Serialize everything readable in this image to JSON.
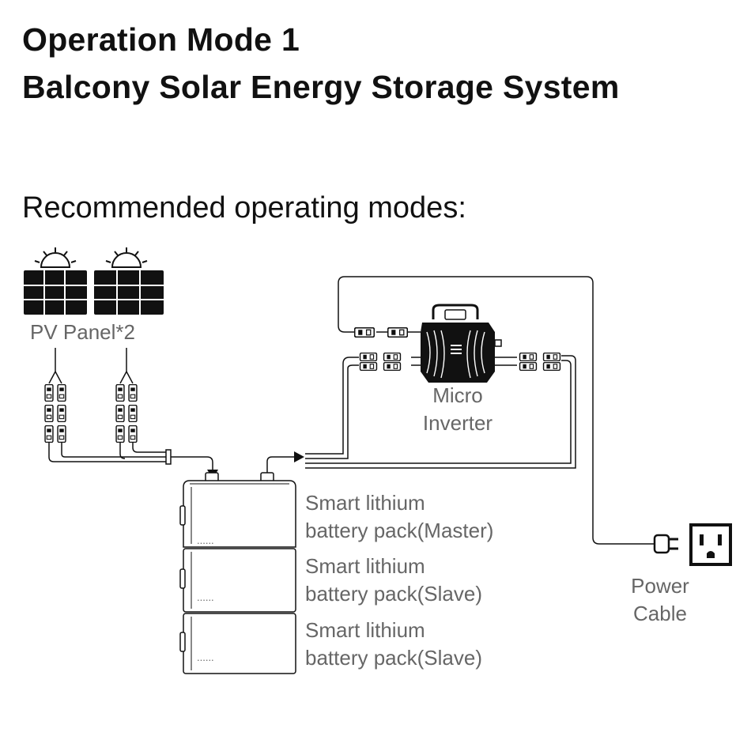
{
  "title": {
    "line1": "Operation Mode 1",
    "line2": "Balcony Solar Energy Storage System"
  },
  "subtitle": "Recommended operating modes:",
  "labels": {
    "pv_panel": "PV Panel*2",
    "inverter_line1": "Micro",
    "inverter_line2": "Inverter",
    "master_line1": "Smart lithium",
    "master_line2": "battery pack(Master)",
    "slave1_line1": "Smart lithium",
    "slave1_line2": "battery pack(Slave)",
    "slave2_line1": "Smart lithium",
    "slave2_line2": "battery pack(Slave)",
    "power_line1": "Power",
    "power_line2": "Cable"
  },
  "battery_dots": "......",
  "icons": [
    "sun-icon",
    "solar-panel-icon",
    "micro-inverter-icon",
    "battery-pack-icon",
    "plug-icon",
    "power-outlet-icon",
    "mc4-connector-icon"
  ],
  "colors": {
    "text": "#111111",
    "label": "#666666",
    "line": "#111111",
    "background": "#ffffff"
  }
}
